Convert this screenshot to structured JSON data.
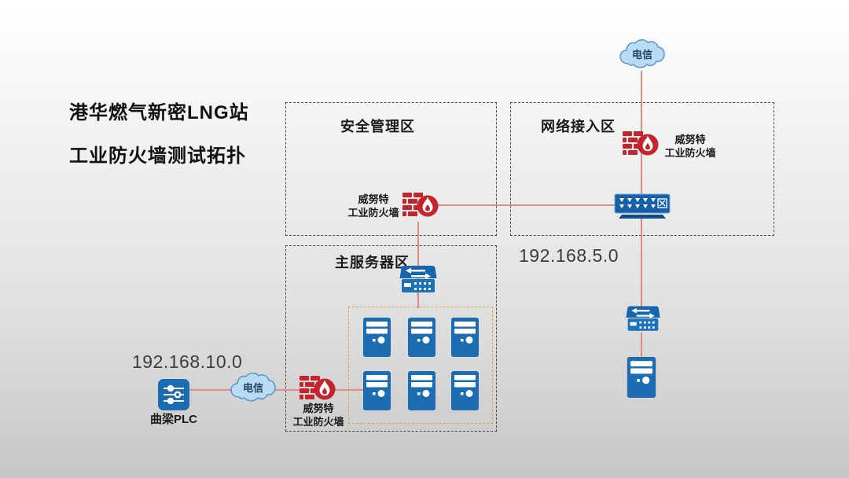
{
  "slide": {
    "title_line1": "港华燃气新密LNG站",
    "title_line2": "工业防火墙测试拓扑"
  },
  "zones": {
    "security_title": "安全管理区",
    "network_title": "网络接入区",
    "servers_title": "主服务器区"
  },
  "devices": {
    "firewall_vendor": "威努特",
    "firewall_product": "工业防火墙",
    "telecom_cloud_label": "电信",
    "plc_label": "曲梁PLC"
  },
  "subnets": {
    "network_zone_ip": "192.168.5.0",
    "plc_zone_ip": "192.168.10.0"
  },
  "colors": {
    "firewall_red": "#c4242b",
    "link_red": "#e08a88",
    "device_blue": "#1b6cb0",
    "cloud_fill": "#b9dcf4",
    "cloud_border": "#5a96c8",
    "server_group_border": "#e2a23c"
  }
}
